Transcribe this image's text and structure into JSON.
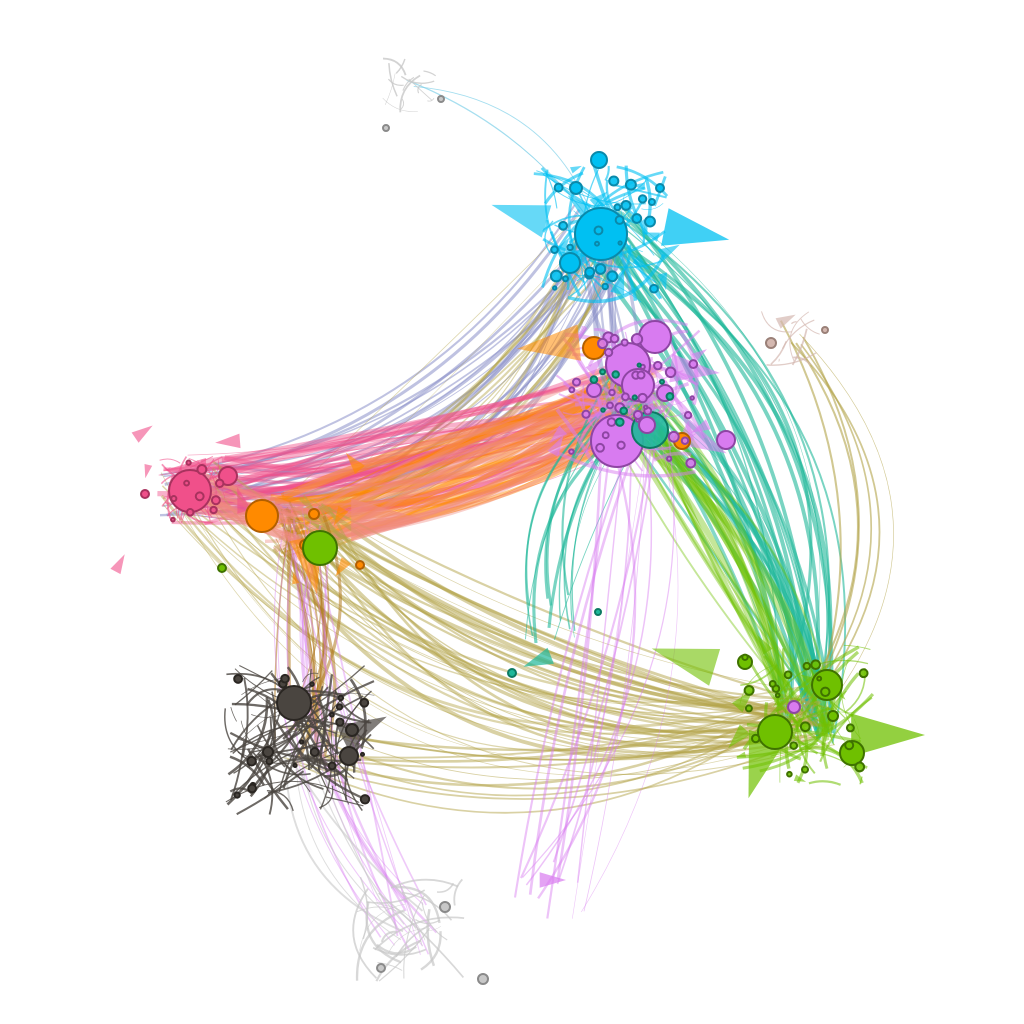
{
  "diagram": {
    "type": "directed-network",
    "background": "#ffffff",
    "communities": [
      {
        "id": "cyan",
        "color": "#00c0f2",
        "stroke": "#0a89aa"
      },
      {
        "id": "violet",
        "color": "#d87bf0",
        "stroke": "#8e45a3"
      },
      {
        "id": "pink",
        "color": "#f0508a",
        "stroke": "#a8325e"
      },
      {
        "id": "orange",
        "color": "#ff8a00",
        "stroke": "#b25f00"
      },
      {
        "id": "green",
        "color": "#6fc000",
        "stroke": "#3f7200"
      },
      {
        "id": "dark",
        "color": "#4a4540",
        "stroke": "#2a2622"
      },
      {
        "id": "teal",
        "color": "#1fb89a",
        "stroke": "#0d7a63"
      },
      {
        "id": "grey",
        "color": "#c8c8c8",
        "stroke": "#8a8a8a"
      },
      {
        "id": "tan",
        "color": "#d4b8b0",
        "stroke": "#9a8078"
      },
      {
        "id": "olive",
        "color": "#b3a34a",
        "stroke": "#7a6e2a"
      },
      {
        "id": "slate",
        "color": "#8a90c8",
        "stroke": "#5a5f90"
      },
      {
        "id": "salmon",
        "color": "#f08a80",
        "stroke": "#a85a52"
      },
      {
        "id": "brown",
        "color": "#b07a20",
        "stroke": "#6e4c10"
      }
    ],
    "labels": []
  }
}
